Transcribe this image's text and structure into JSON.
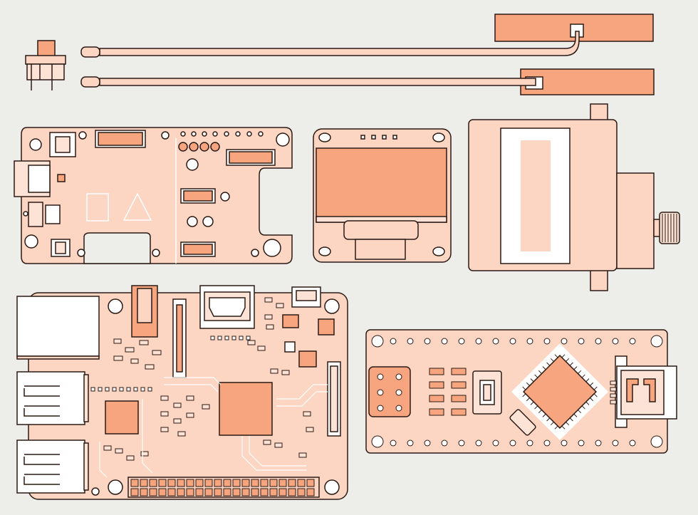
{
  "scene": {
    "components": [
      "tactile-button",
      "wire-antenna-upper",
      "wire-antenna-lower",
      "pcb-antenna-upper",
      "pcb-antenna-lower",
      "carrier-board",
      "oled-display",
      "servo-motor",
      "single-board-computer",
      "microcontroller-board"
    ]
  },
  "palette": {
    "background": "#ededea",
    "board": "#fcd6c3",
    "board_light": "#fde3d5",
    "copper": "#f6a57e",
    "copper_dark": "#ee9068",
    "outline": "#2b1a14",
    "white": "#ffffff"
  }
}
